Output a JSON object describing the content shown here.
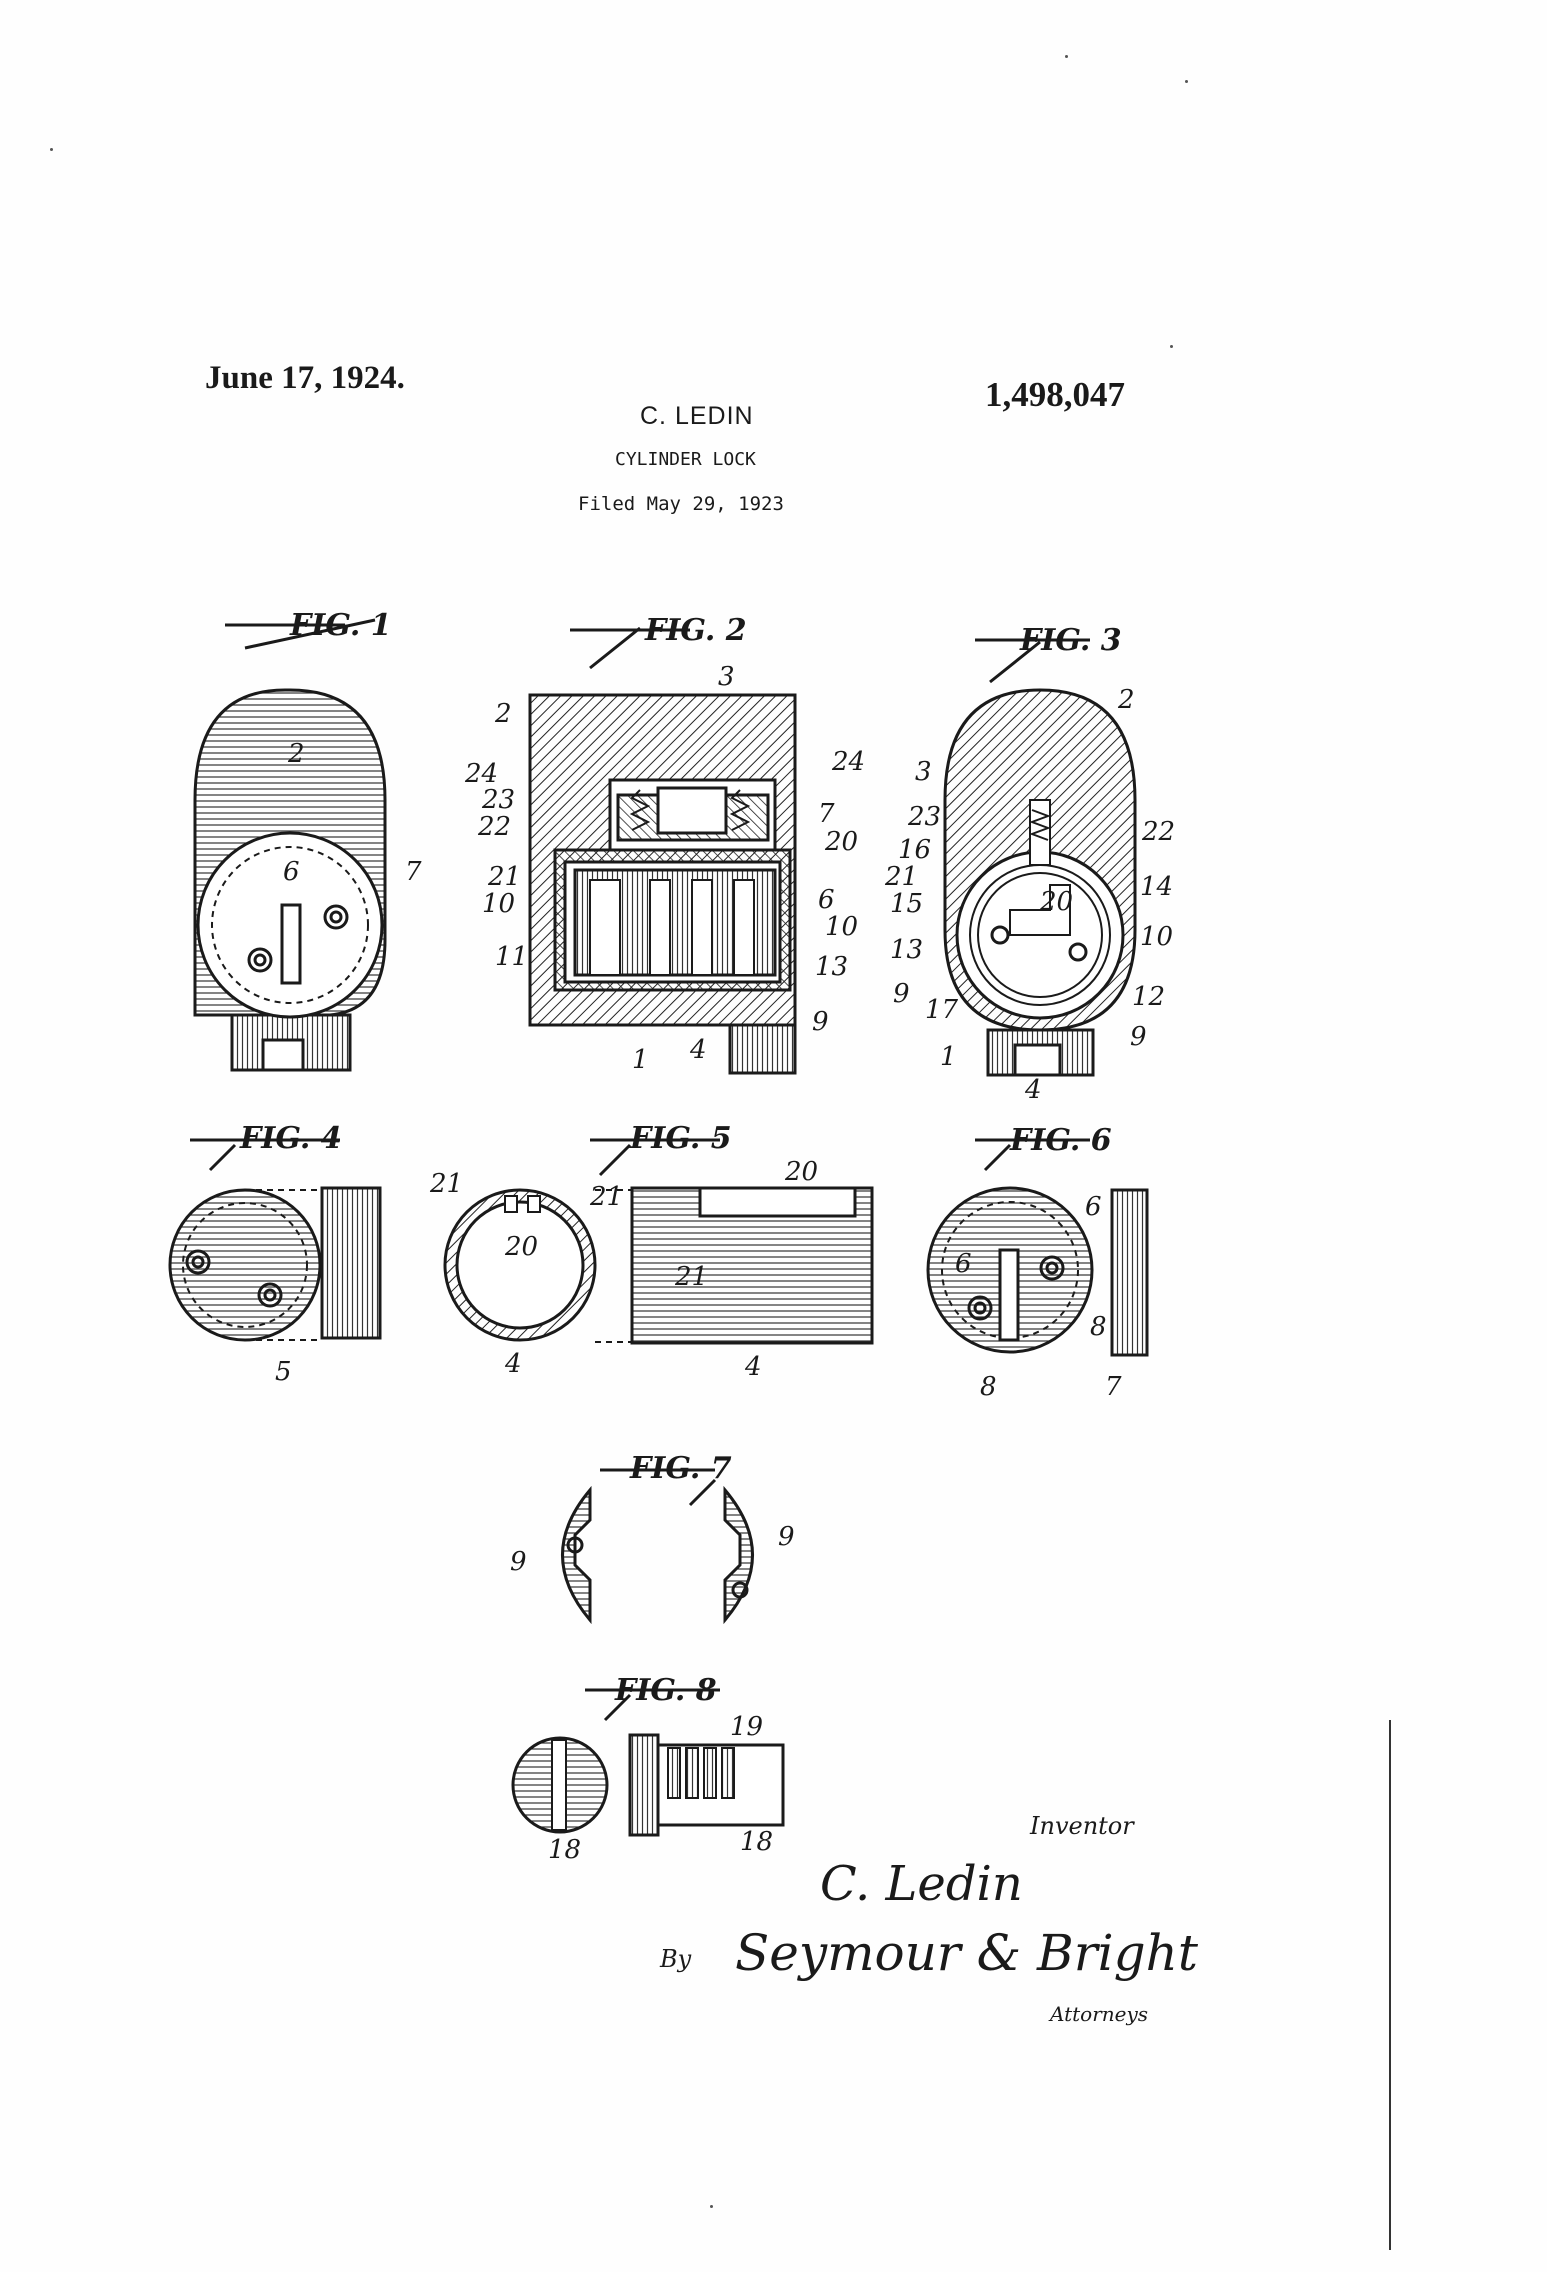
{
  "header": {
    "date": "June 17, 1924.",
    "patent_number": "1,498,047",
    "inventor": "C. LEDIN",
    "title": "CYLINDER LOCK",
    "filed": "Filed May 29, 1923"
  },
  "figures": {
    "fig1": {
      "parts": [
        "2",
        "6",
        "7"
      ]
    },
    "fig2": {
      "parts": [
        "3",
        "2",
        "24",
        "23",
        "22",
        "21",
        "10",
        "11",
        "24",
        "7",
        "20",
        "6",
        "10",
        "13",
        "9",
        "1",
        "4"
      ]
    },
    "fig3": {
      "parts": [
        "2",
        "3",
        "23",
        "16",
        "21",
        "15",
        "13",
        "9",
        "17",
        "1",
        "22",
        "14",
        "20",
        "10",
        "12",
        "9",
        "4"
      ]
    },
    "fig4": {
      "parts": [
        "5"
      ]
    },
    "fig5": {
      "parts": [
        "21",
        "21",
        "20",
        "4",
        "20",
        "21",
        "4"
      ]
    },
    "fig6": {
      "parts": [
        "6",
        "6",
        "8",
        "8",
        "7"
      ]
    },
    "fig7": {
      "parts": [
        "9",
        "9"
      ]
    },
    "fig8": {
      "parts": [
        "19",
        "18",
        "18"
      ]
    }
  },
  "signatures": {
    "inventor_label": "Inventor",
    "inventor_signature": "C. Ledin",
    "by_label": "By",
    "attorneys_signature": "Seymour & Bright",
    "attorneys_label": "Attorneys"
  }
}
